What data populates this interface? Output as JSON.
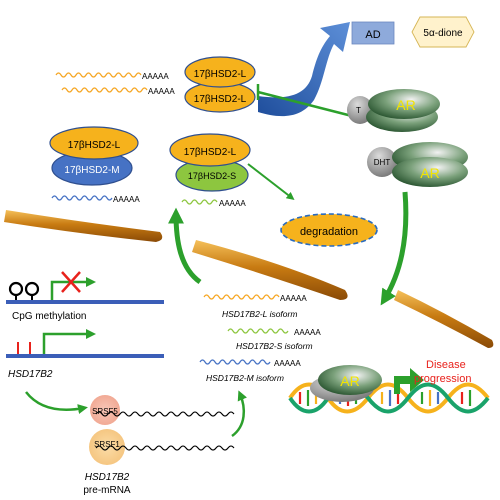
{
  "steroids": {
    "ad": "AD",
    "dione": "5α-dione"
  },
  "proteins": {
    "l_top1": "17βHSD2-L",
    "l_top2": "17βHSD2-L",
    "l_left": "17βHSD2-L",
    "m_left": "17βHSD2-M",
    "l_mid": "17βHSD2-L",
    "s_mid": "17βHSD2-S"
  },
  "receptor": {
    "t": "T",
    "ar_top": "AR",
    "dht": "DHT",
    "ar_mid": "AR",
    "ar_bottom": "AR"
  },
  "degradation": "degradation",
  "mrna_tail": {
    "top1": "AAAAA",
    "top2": "AAAAA",
    "left": "AAAAA",
    "mid_s": "AAAAA",
    "iso_l": "AAAAA",
    "iso_s": "AAAAA",
    "iso_m": "AAAAA"
  },
  "isoforms": {
    "l": "HSD17B2-L isoform",
    "s": "HSD17B2-S isoform",
    "m": "HSD17B2-M isoform"
  },
  "gene": {
    "cpg": "CpG methylation",
    "name": "HSD17B2"
  },
  "splicing": {
    "srsf5": "SRSF5",
    "srsf1": "SRSF1",
    "premrna_line1": "HSD17B2",
    "premrna_line2": "pre-mRNA"
  },
  "disease": {
    "line1": "Disease",
    "line2": "progression"
  },
  "colors": {
    "orange": "#f6b21c",
    "blue": "#4672c4",
    "green": "#8dc63f",
    "arrow_green": "#2ca02c",
    "red": "#e8221c",
    "ad_box": "#8eaadb",
    "dione_box": "#fff2cc"
  }
}
